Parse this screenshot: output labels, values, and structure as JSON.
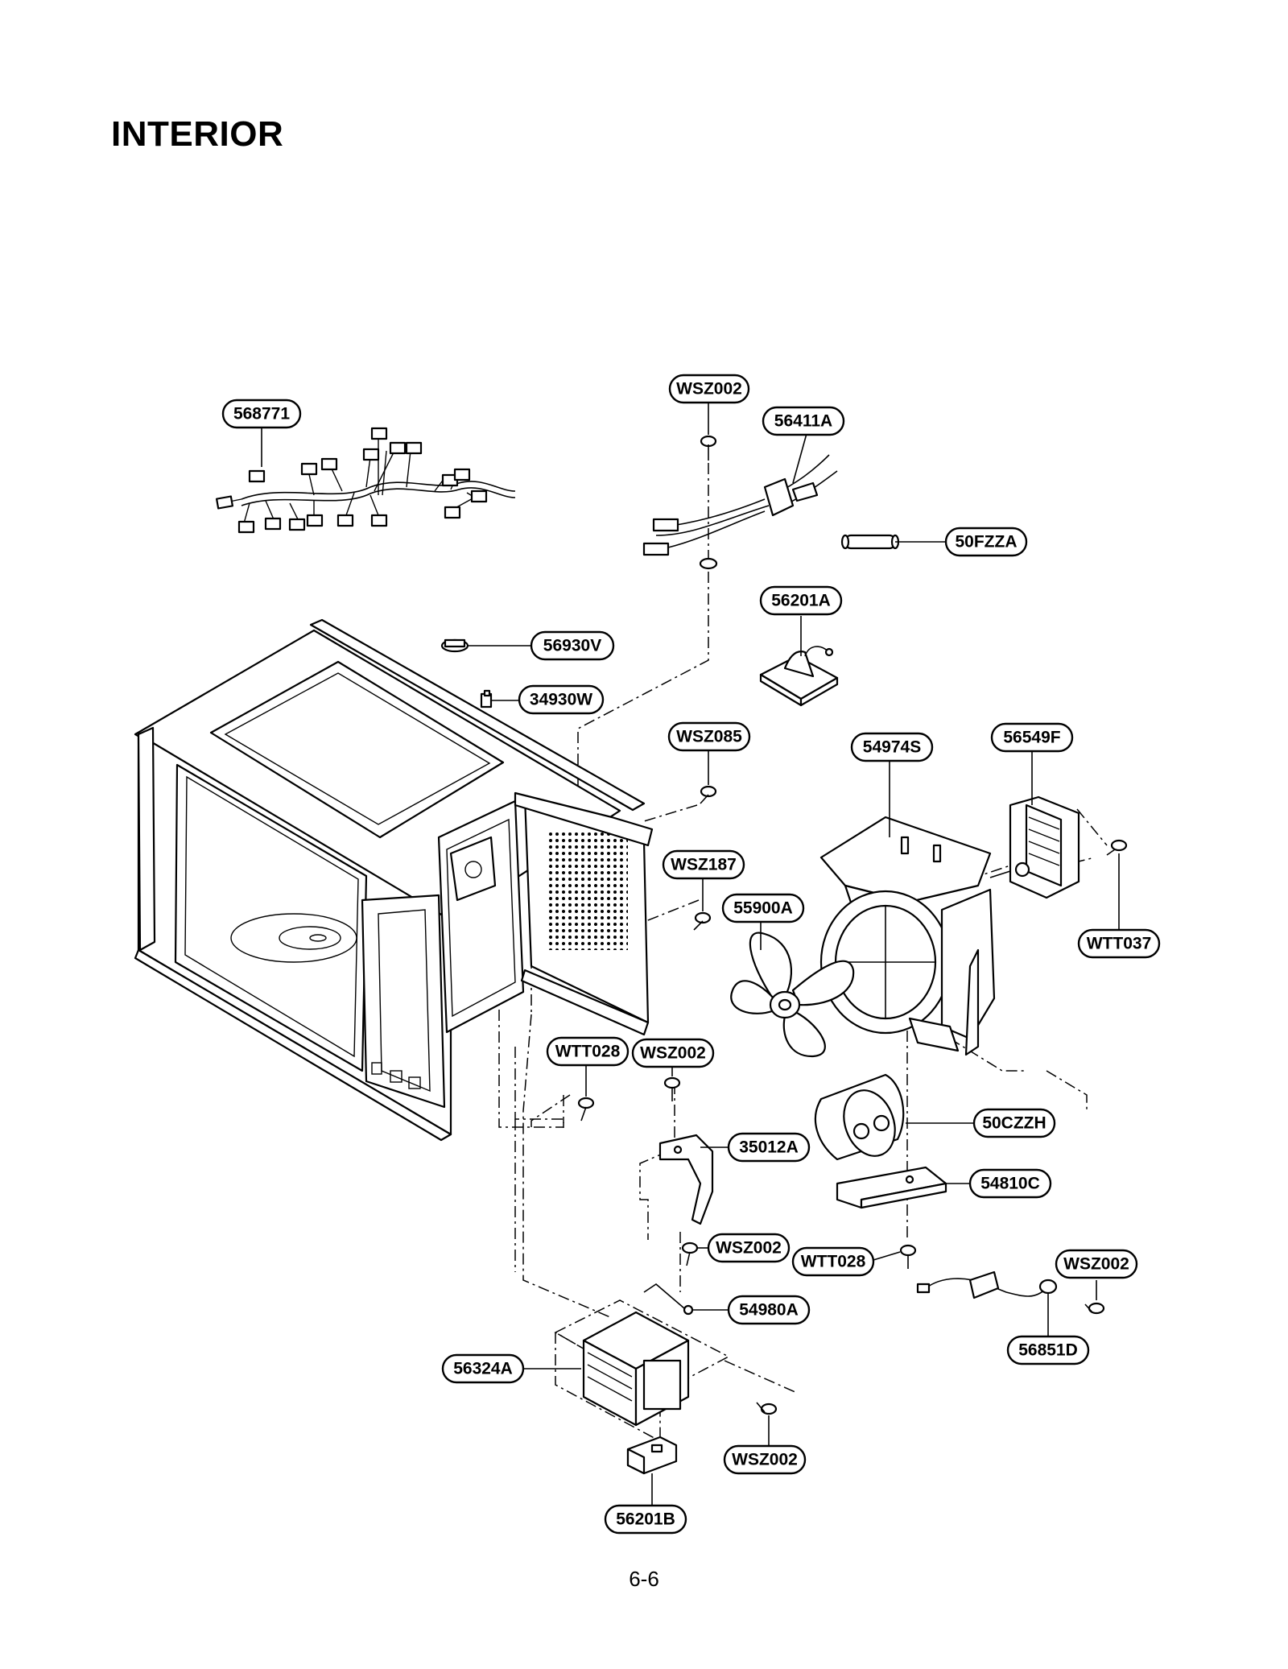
{
  "page": {
    "title": "INTERIOR",
    "page_number": "6-6"
  },
  "callouts": [
    {
      "id": "c1",
      "text": "568771"
    },
    {
      "id": "c2",
      "text": "WSZ002"
    },
    {
      "id": "c3",
      "text": "56411A"
    },
    {
      "id": "c4",
      "text": "50FZZA"
    },
    {
      "id": "c5",
      "text": "56201A"
    },
    {
      "id": "c6",
      "text": "56930V"
    },
    {
      "id": "c7",
      "text": "34930W"
    },
    {
      "id": "c8",
      "text": "WSZ085"
    },
    {
      "id": "c9",
      "text": "54974S"
    },
    {
      "id": "c10",
      "text": "56549F"
    },
    {
      "id": "c11",
      "text": "WSZ187"
    },
    {
      "id": "c12",
      "text": "55900A"
    },
    {
      "id": "c13",
      "text": "WTT037"
    },
    {
      "id": "c14",
      "text": "WTT028"
    },
    {
      "id": "c15",
      "text": "WSZ002"
    },
    {
      "id": "c16",
      "text": "50CZZH"
    },
    {
      "id": "c17",
      "text": "35012A"
    },
    {
      "id": "c18",
      "text": "54810C"
    },
    {
      "id": "c19",
      "text": "WSZ002"
    },
    {
      "id": "c20",
      "text": "WTT028"
    },
    {
      "id": "c21",
      "text": "WSZ002"
    },
    {
      "id": "c22",
      "text": "54980A"
    },
    {
      "id": "c23",
      "text": "56324A"
    },
    {
      "id": "c24",
      "text": "56851D"
    },
    {
      "id": "c25",
      "text": "WSZ002"
    },
    {
      "id": "c26",
      "text": "56201B"
    }
  ]
}
